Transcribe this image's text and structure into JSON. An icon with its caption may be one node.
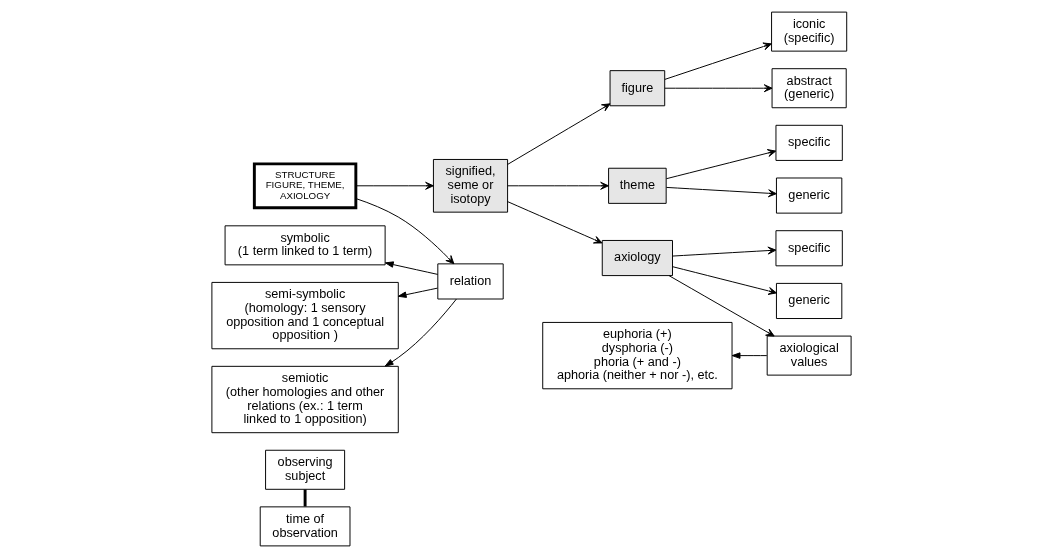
{
  "diagram": {
    "nodes": [
      {
        "text": [
          "observing subject"
        ]
      },
      {
        "text": [
          "time of observation"
        ]
      },
      {
        "text": [
          "STRUCTURE FIGURE, THEME, AXIOLOGY"
        ]
      },
      {
        "text": [
          "symbolic",
          "(1 term linked to 1 term)"
        ]
      },
      {
        "text": [
          "semi-symbolic",
          "(homology: 1 sensory opposition and 1 conceptual opposition )"
        ]
      },
      {
        "text": [
          "semiotic",
          "(other homologies and other relations (ex.: 1 term linked to 1 opposition)"
        ]
      },
      {
        "text": [
          "relation"
        ]
      },
      {
        "text": [
          "signified, seme or isotopy"
        ]
      },
      {
        "text": [
          "figure"
        ]
      },
      {
        "text": [
          "theme"
        ]
      },
      {
        "text": [
          "axiology"
        ]
      },
      {
        "text": [
          "iconic (specific)"
        ]
      },
      {
        "text": [
          "abstract (generic)"
        ]
      },
      {
        "text": [
          "specific"
        ]
      },
      {
        "text": [
          "generic"
        ]
      },
      {
        "text": [
          "specific"
        ]
      },
      {
        "text": [
          "generic"
        ]
      },
      {
        "text": [
          "axiological values"
        ]
      },
      {
        "text": [
          "euphoria (+)",
          "dysphoria (-)",
          "phoria (+ and -)",
          "aphoria (neither + nor -), etc."
        ]
      }
    ],
    "edges": [
      {
        "from": 0,
        "to": 1,
        "arrow": "none",
        "style": "thick"
      },
      {
        "from": 2,
        "to": 6,
        "arrow": "to"
      },
      {
        "from": 2,
        "to": 7,
        "arrow": "to"
      },
      {
        "from": 6,
        "to": 3,
        "arrow": "to"
      },
      {
        "from": 6,
        "to": 4,
        "arrow": "to"
      },
      {
        "from": 6,
        "to": 5,
        "arrow": "to"
      },
      {
        "from": 7,
        "to": 8,
        "arrow": "to"
      },
      {
        "from": 7,
        "to": 9,
        "arrow": "to"
      },
      {
        "from": 7,
        "to": 10,
        "arrow": "to"
      },
      {
        "from": 8,
        "to": 11,
        "arrow": "to"
      },
      {
        "from": 8,
        "to": 12,
        "arrow": "to"
      },
      {
        "from": 9,
        "to": 13,
        "arrow": "to"
      },
      {
        "from": 9,
        "to": 14,
        "arrow": "to"
      },
      {
        "from": 10,
        "to": 15,
        "arrow": "to"
      },
      {
        "from": 10,
        "to": 16,
        "arrow": "to"
      },
      {
        "from": 10,
        "to": 17,
        "arrow": "to"
      },
      {
        "from": 17,
        "to": 18,
        "arrow": "to"
      }
    ]
  }
}
